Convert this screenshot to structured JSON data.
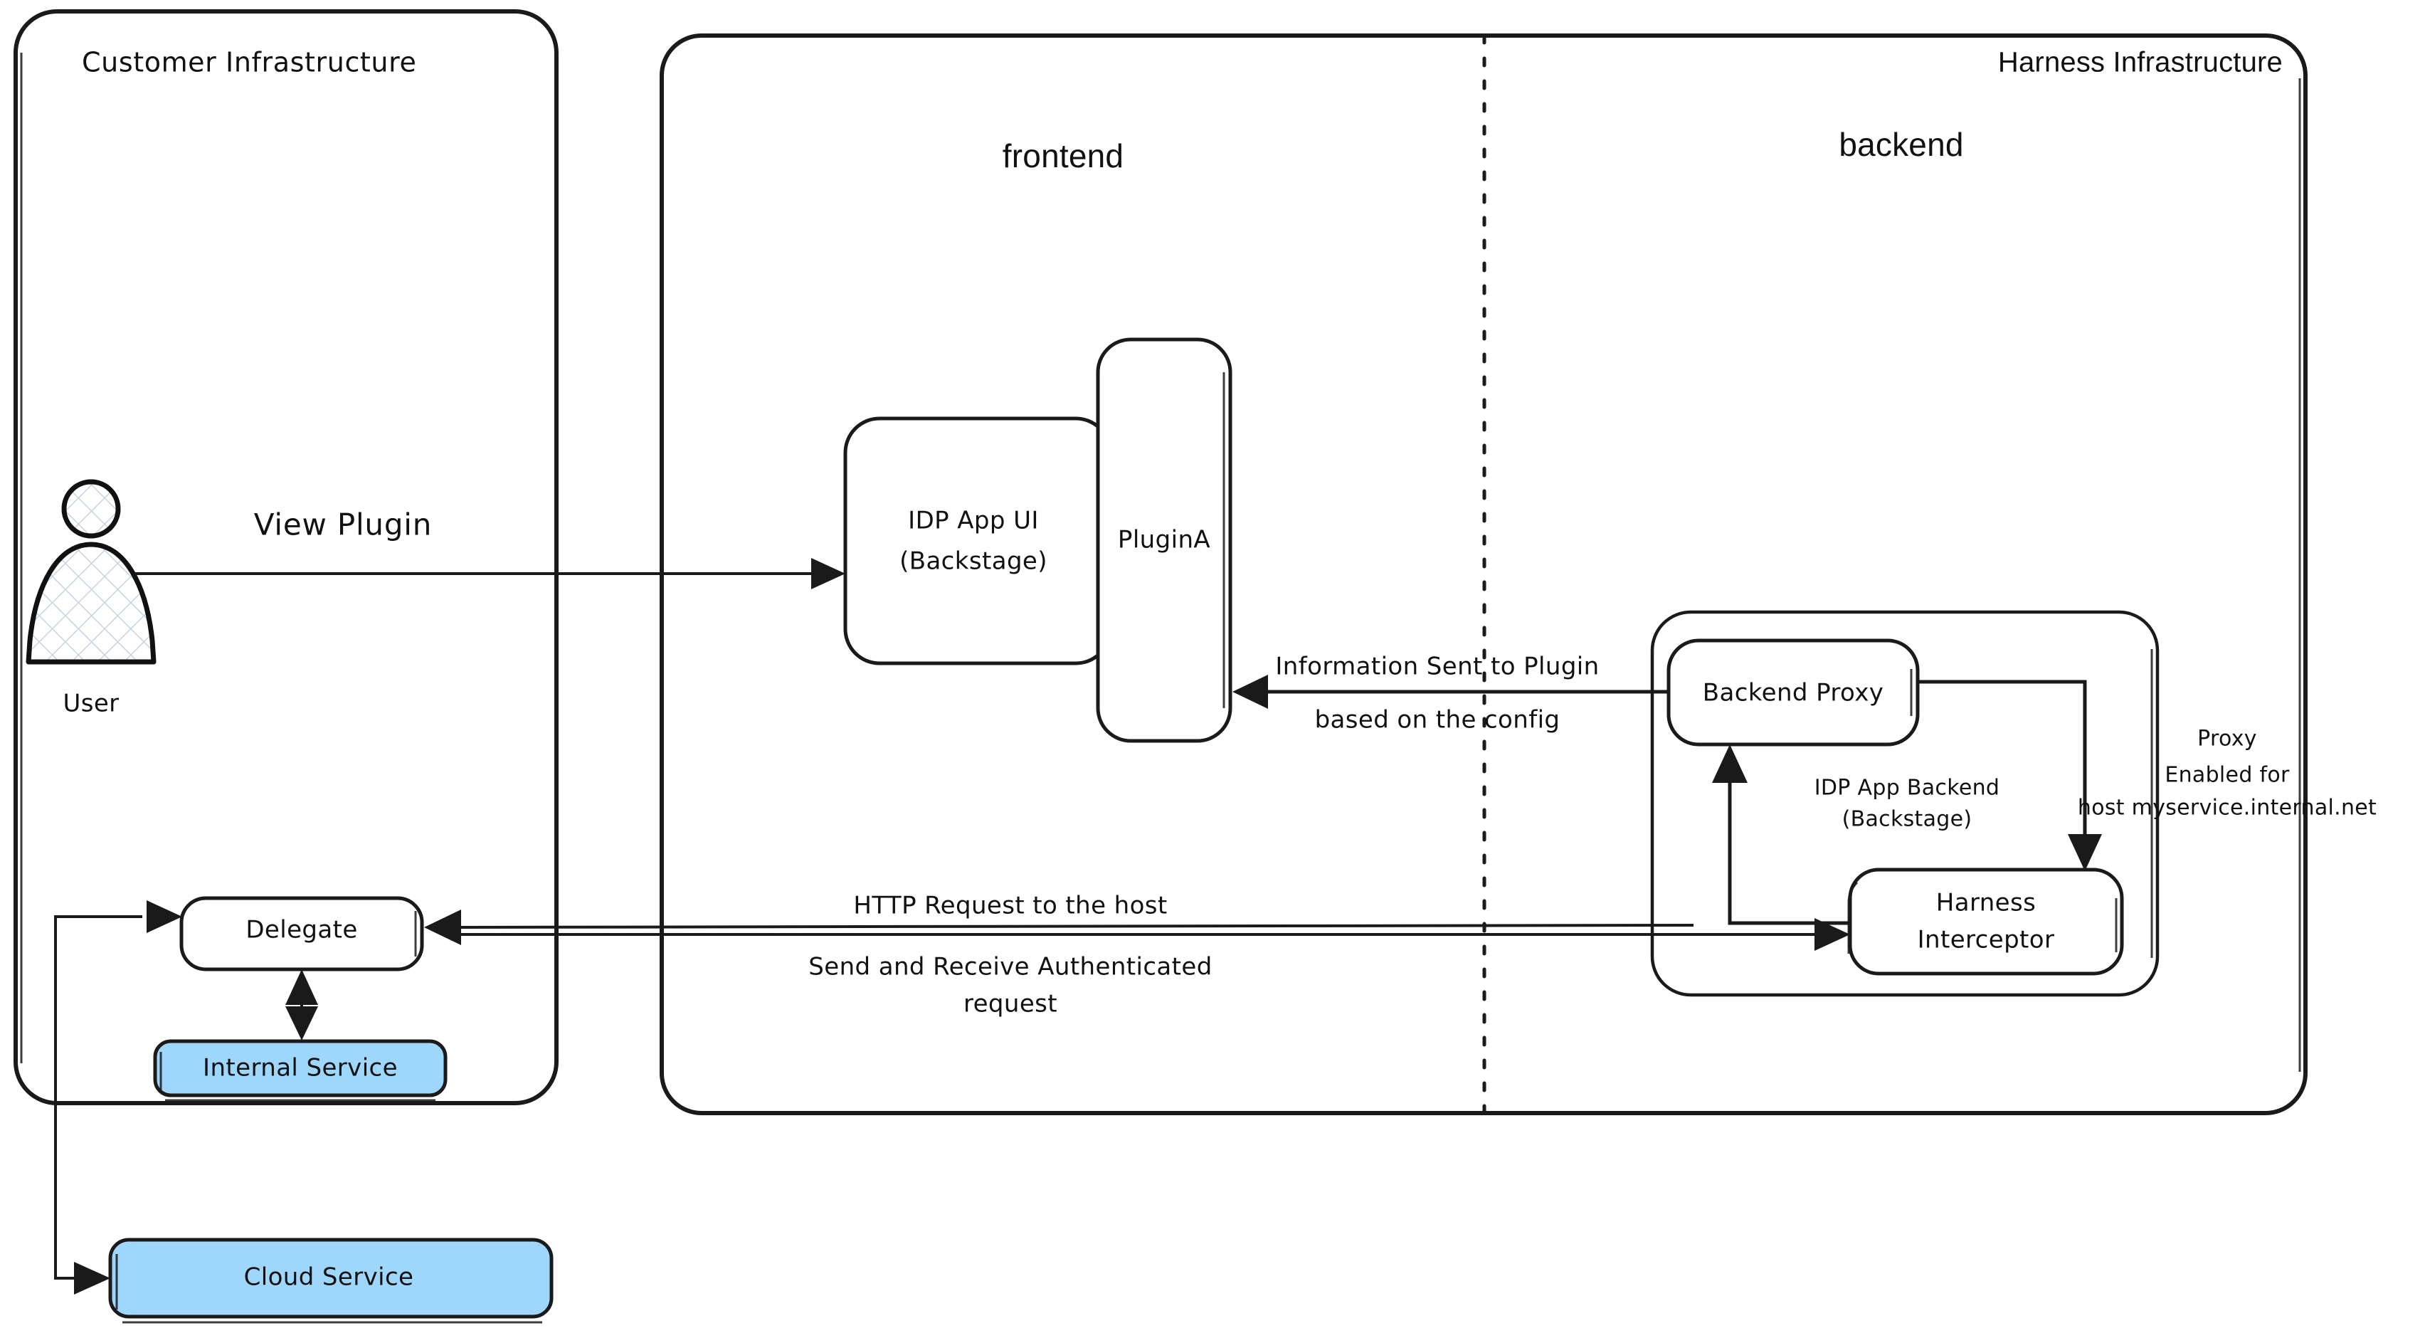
{
  "diagram": {
    "title": "Harness IDP Plugin Proxy Architecture",
    "colors": {
      "stroke": "#1a1a1a",
      "text": "#111111",
      "highlight_fill": "#9FD6FB",
      "background": "#ffffff"
    }
  },
  "groups": {
    "customer_infrastructure": {
      "label": "Customer Infrastructure"
    },
    "harness_infrastructure": {
      "label": "Harness Infrastructure"
    },
    "frontend": {
      "label": "frontend"
    },
    "backend": {
      "label": "backend"
    },
    "idp_app_backend": {
      "label_line1": "IDP App Backend",
      "label_line2": "(Backstage)"
    }
  },
  "nodes": {
    "user": {
      "label": "User",
      "icon": "user-actor-icon"
    },
    "idp_app_ui": {
      "label_line1": "IDP App UI",
      "label_line2": "(Backstage)"
    },
    "plugin_a": {
      "label": "PluginA"
    },
    "backend_proxy": {
      "label": "Backend Proxy"
    },
    "harness_interceptor": {
      "label_line1": "Harness",
      "label_line2": "Interceptor"
    },
    "delegate": {
      "label": "Delegate"
    },
    "internal_service": {
      "label": "Internal Service"
    },
    "cloud_service": {
      "label": "Cloud Service"
    }
  },
  "edges": {
    "view_plugin": {
      "label": "View Plugin"
    },
    "information_sent": {
      "label_line1": "Information Sent to Plugin",
      "label_line2": "based on the config"
    },
    "http_request": {
      "label": "HTTP Request to the host"
    },
    "authenticated_request": {
      "label_line1": "Send and Receive Authenticated",
      "label_line2": "request"
    },
    "proxy_enabled": {
      "label_line1": "Proxy",
      "label_line2": "Enabled for",
      "label_line3": "host myservice.internal.net"
    }
  }
}
